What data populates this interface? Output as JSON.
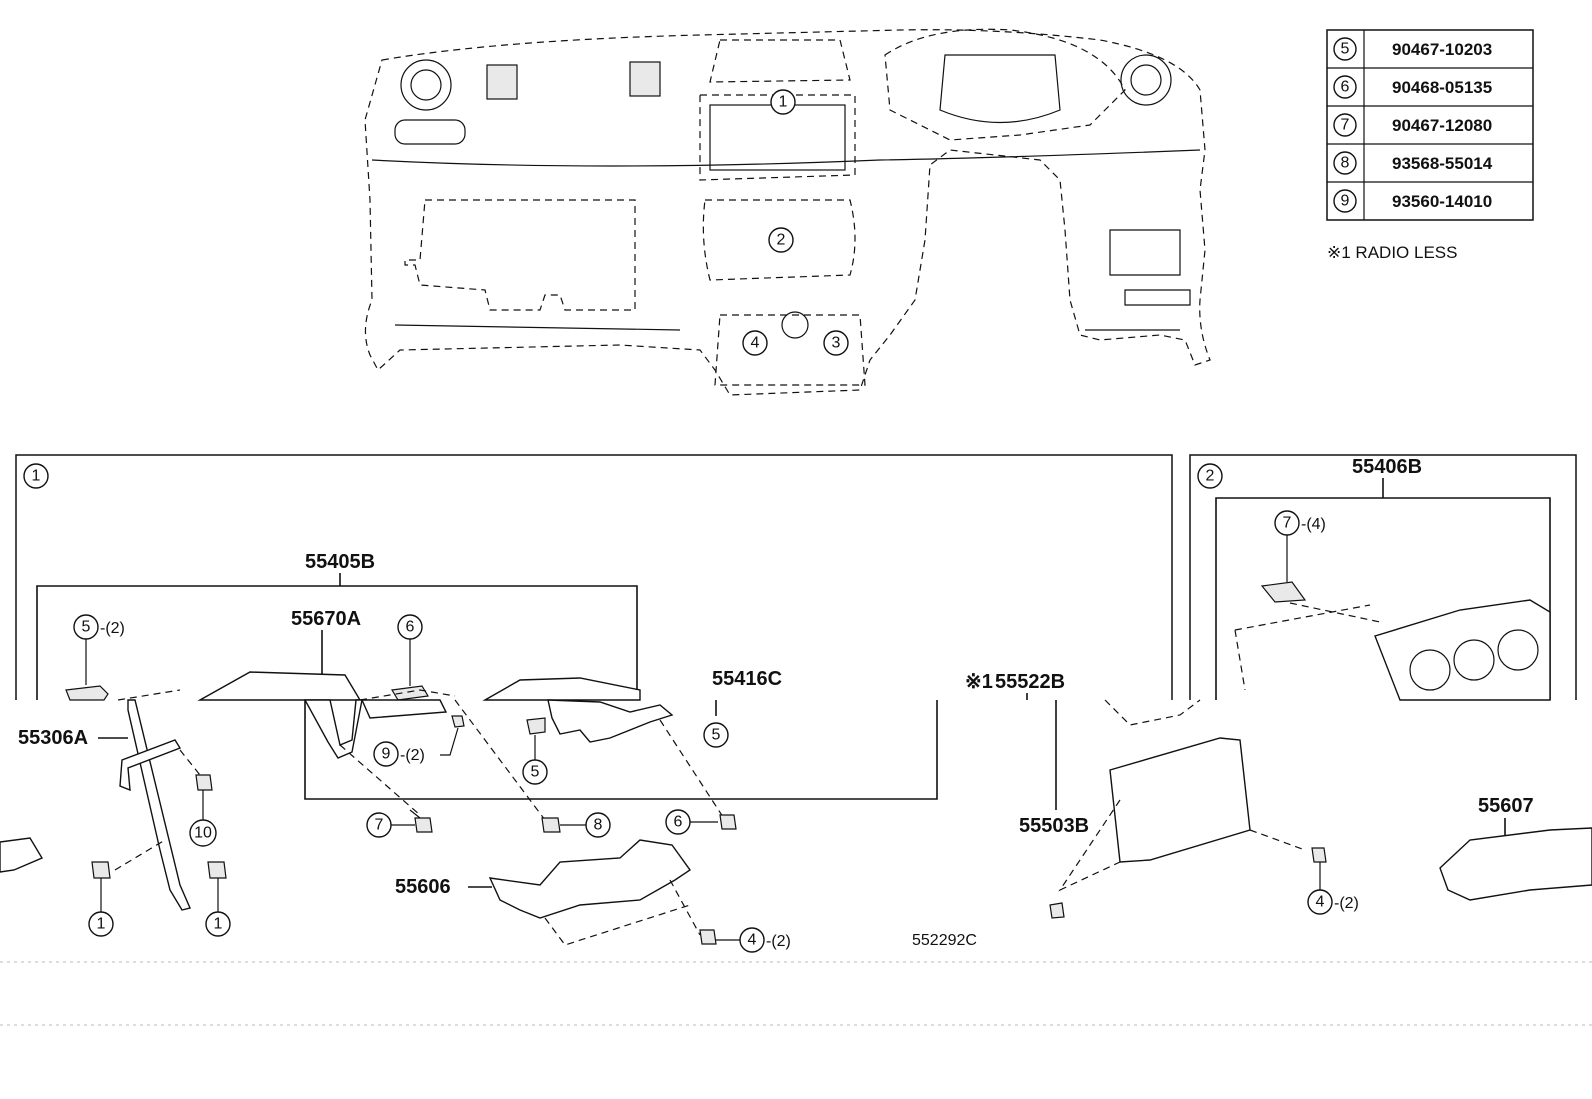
{
  "fastener_table": [
    {
      "num": "5",
      "part": "90467-10203"
    },
    {
      "num": "6",
      "part": "90468-05135"
    },
    {
      "num": "7",
      "part": "90467-12080"
    },
    {
      "num": "8",
      "part": "93568-55014"
    },
    {
      "num": "9",
      "part": "93560-14010"
    }
  ],
  "note": "※1 RADIO LESS",
  "overview": {
    "callouts": [
      "1",
      "2",
      "3",
      "4"
    ]
  },
  "panel1": {
    "label": "1",
    "parts": {
      "p55405B": "55405B",
      "p55670A": "55670A",
      "p55416C": "55416C",
      "p55522B": "55522B",
      "p55522B_mark": "※1",
      "p55306A": "55306A",
      "p55606": "55606",
      "p55503B": "55503B",
      "p55607": "55607"
    },
    "fasteners": {
      "f5a": "5",
      "f5a_qty": "-(2)",
      "f6a": "6",
      "f9": "9",
      "f9_qty": "-(2)",
      "f7": "7",
      "f8": "8",
      "f6b": "6",
      "f5b": "5",
      "f5c": "5",
      "f10": "10",
      "f1a": "1",
      "f1b": "1",
      "f4a": "4",
      "f4a_qty": "-(2)",
      "f4b": "4",
      "f4b_qty": "-(2)"
    },
    "diagram_code": "552292C"
  },
  "panel2": {
    "label": "2",
    "parts": {
      "p55406B": "55406B"
    },
    "fasteners": {
      "f7": "7",
      "f7_qty": "-(4)"
    }
  }
}
